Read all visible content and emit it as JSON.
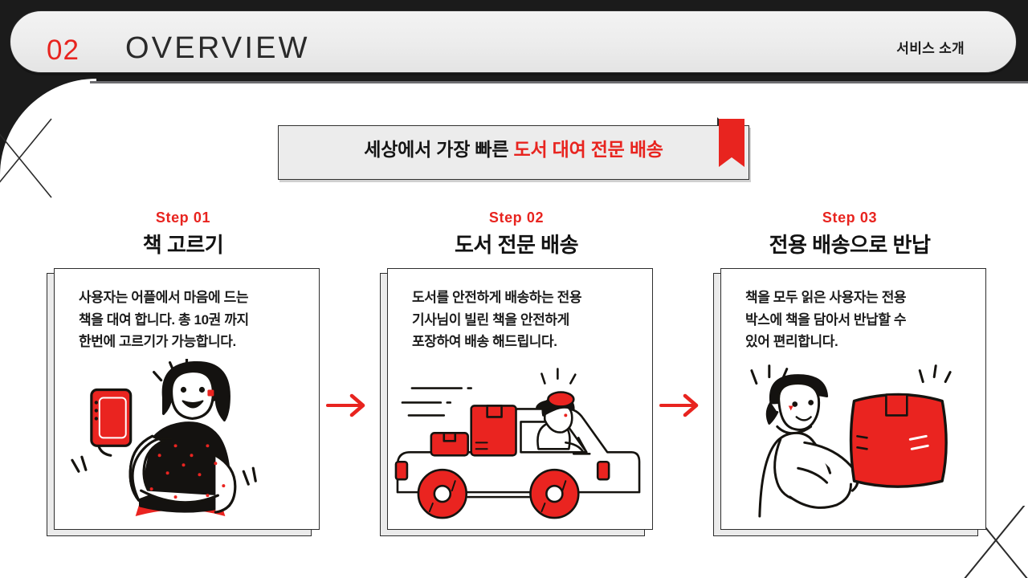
{
  "header": {
    "number": "02",
    "title": "OVERVIEW",
    "right_label": "서비스 소개",
    "number_color": "#e8241f",
    "title_color": "#2a2a2a",
    "band_color": "#1b1b1b"
  },
  "banner": {
    "text_black": "세상에서 가장 빠른",
    "text_red": "도서 대여 전문 배송",
    "ribbon_color": "#e8241f",
    "background": "#ececec"
  },
  "steps": [
    {
      "kicker": "Step 01",
      "title": "책 고르기",
      "body": "사용자는 어플에서 마음에 드는\n책을 대여 합니다. 총 10권 까지\n한번에 고르기가 가능합니다.",
      "illustration": "woman-with-phone-illustration"
    },
    {
      "kicker": "Step 02",
      "title": "도서 전문 배송",
      "body": "도서를 안전하게 배송하는 전용\n기사님이 빌린 책을 안전하게\n포장하여 배송 해드립니다.",
      "illustration": "delivery-truck-illustration"
    },
    {
      "kicker": "Step 03",
      "title": "전용 배송으로 반납",
      "body": "책을 모두 읽은 사용자는 전용\n박스에 책을 담아서 반납할 수\n있어 편리합니다.",
      "illustration": "man-holding-box-illustration"
    }
  ],
  "connectors": [
    {
      "name": "arrow-step1-to-step2",
      "glyph": "arrow-right-icon"
    },
    {
      "name": "arrow-step2-to-step3",
      "glyph": "arrow-right-icon"
    }
  ],
  "decorations": [
    {
      "name": "cross-mark-left",
      "glyph": "x-cross-icon"
    },
    {
      "name": "cross-mark-bottom-right",
      "glyph": "x-cross-icon"
    }
  ],
  "palette": {
    "red": "#e8241f",
    "ink": "#1c1c1c",
    "panel": "#ececec",
    "card_shadow": "#ebebeb"
  }
}
